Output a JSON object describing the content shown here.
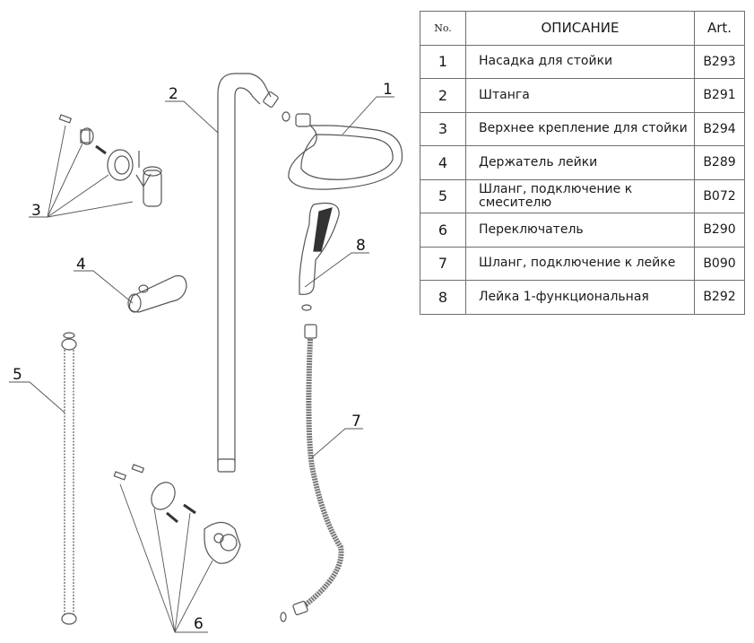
{
  "table": {
    "headers": {
      "no": "No.",
      "description": "ОПИСАНИЕ",
      "art": "Art."
    },
    "rows": [
      {
        "no": "1",
        "description": "Насадка для стойки",
        "art": "B293"
      },
      {
        "no": "2",
        "description": "Штанга",
        "art": "B291"
      },
      {
        "no": "3",
        "description": "Верхнее крепление для стойки",
        "art": "B294"
      },
      {
        "no": "4",
        "description": "Держатель лейки",
        "art": "B289"
      },
      {
        "no": "5",
        "description": "Шланг, подключение к смесителю",
        "art": "B072"
      },
      {
        "no": "6",
        "description": "Переключатель",
        "art": "B290"
      },
      {
        "no": "7",
        "description": "Шланг, подключение к лейке",
        "art": "B090"
      },
      {
        "no": "8",
        "description": "Лейка 1-функциональная",
        "art": "B292"
      }
    ]
  },
  "callouts": {
    "c1": "1",
    "c2": "2",
    "c3": "3",
    "c4": "4",
    "c5": "5",
    "c6": "6",
    "c7": "7",
    "c8": "8"
  },
  "colors": {
    "line": "#555555",
    "border": "#6e6e6e"
  }
}
